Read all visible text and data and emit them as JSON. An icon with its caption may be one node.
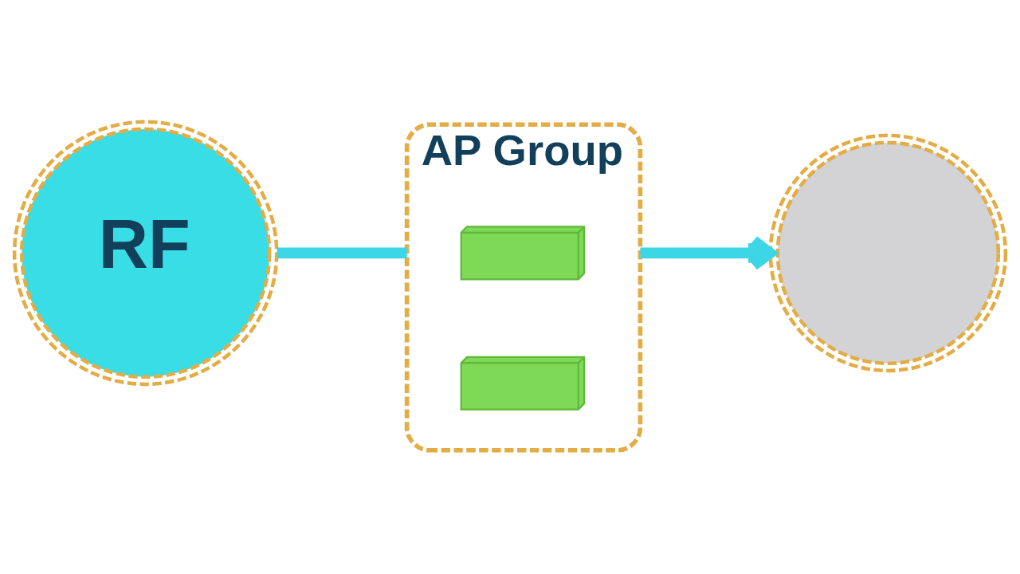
{
  "diagram": {
    "nodes": [
      {
        "text": [
          "RF"
        ]
      },
      {
        "text": [
          "AP Group"
        ]
      },
      {
        "text": [],
        "shape": "picture",
        "in": 1
      },
      {
        "text": [],
        "shape": "picture",
        "in": 1
      },
      {
        "text": [],
        "shape": "circle"
      }
    ],
    "edges": [
      {
        "from": 0,
        "to": 1,
        "arrow": "none"
      },
      {
        "from": 1,
        "to": 4,
        "arrow": "to"
      }
    ]
  }
}
